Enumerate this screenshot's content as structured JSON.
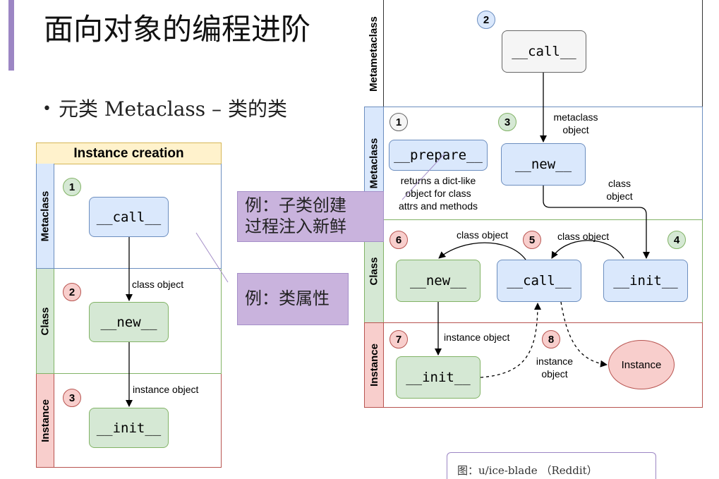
{
  "slide": {
    "title": "面向对象的编程进阶",
    "bullet": "元类 Metaclass – 类的类"
  },
  "left_diagram": {
    "heading": "Instance creation",
    "lanes": {
      "metaclass": "Metaclass",
      "class": "Class",
      "instance": "Instance"
    },
    "badges": [
      "1",
      "2",
      "3"
    ],
    "nodes": {
      "call": "__call__",
      "new": "__new__",
      "init": "__init__"
    },
    "edge_labels": {
      "class_object": "class object",
      "instance_object": "instance object"
    }
  },
  "right_diagram": {
    "lanes": {
      "metametaclass": "Metametaclass",
      "metaclass": "Metaclass",
      "class": "Class",
      "instance": "Instance"
    },
    "badges": [
      "1",
      "2",
      "3",
      "4",
      "5",
      "6",
      "7",
      "8"
    ],
    "nodes": {
      "meta_call": "__call__",
      "prepare": "__prepare__",
      "meta_new": "__new__",
      "class_new": "__new__",
      "class_call": "__call__",
      "class_init_top": "__init__",
      "instance_init": "__init__",
      "instance": "Instance"
    },
    "labels": {
      "prepare_note": [
        "returns a dict-like",
        "object for class",
        "attrs and methods"
      ],
      "metaclass_object": [
        "metaclass",
        "object"
      ],
      "class_object_right": [
        "class",
        "object"
      ],
      "class_object_left_arc": "class object",
      "class_object_right_arc": "class object",
      "instance_object": "instance object",
      "instance_object_8": [
        "instance",
        "object"
      ]
    }
  },
  "callouts": {
    "example_injection": [
      "例：子类创建",
      "过程注入新鲜"
    ],
    "example_class_attr": "例：类属性"
  },
  "caption": "图：u/ice-blade （Reddit）",
  "colors": {
    "accent": "#9c86c4",
    "blue_fill": "#dae8fc",
    "green_fill": "#d5e8d4",
    "red_fill": "#f8cecc",
    "heading_fill": "#fff2cc"
  }
}
